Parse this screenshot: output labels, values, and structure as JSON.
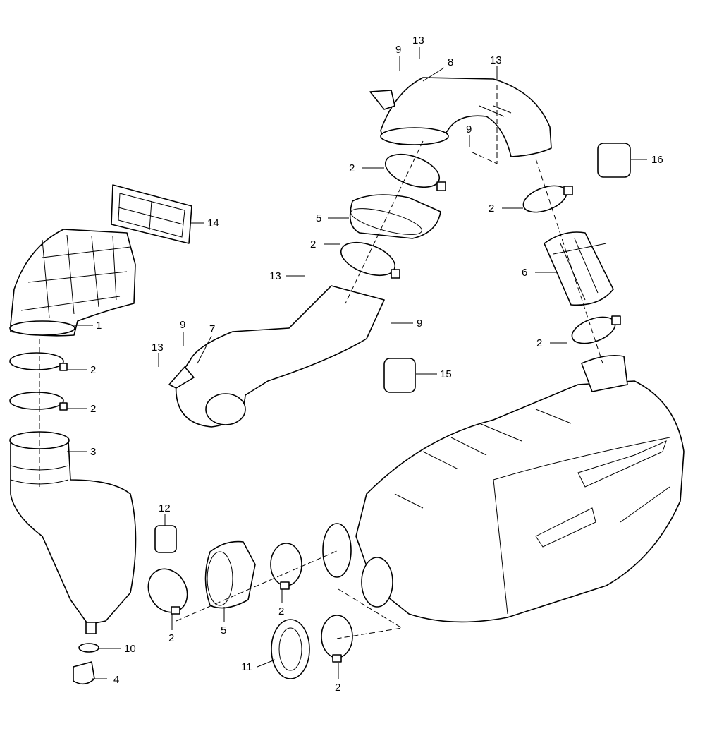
{
  "diagram": {
    "callouts": [
      "9",
      "13",
      "8",
      "13",
      "9",
      "2",
      "16",
      "2",
      "5",
      "14",
      "2",
      "13",
      "6",
      "1",
      "9",
      "9",
      "7",
      "2",
      "13",
      "2",
      "15",
      "2",
      "3",
      "12",
      "2",
      "5",
      "2",
      "10",
      "11",
      "4",
      "2"
    ]
  }
}
